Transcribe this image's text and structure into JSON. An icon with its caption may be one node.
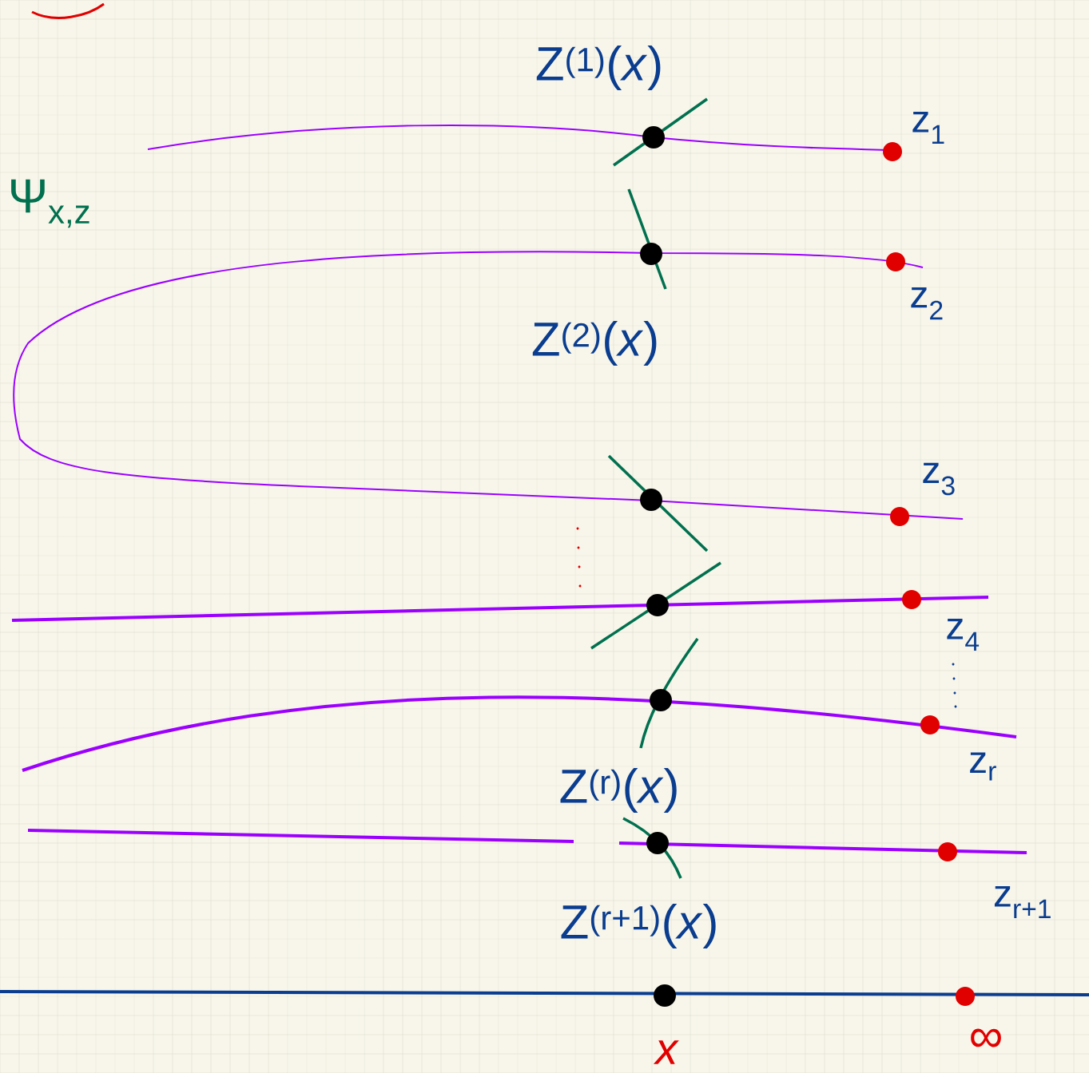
{
  "diagram": {
    "labels": [
      "Z$^{(1)}$(*x*)",
      "Z$^{(2)}$(*x*)",
      "Z$^{(r)}$(*x*)",
      "Z$^{(r+1)}$(*x*)",
      "z$_{1}$",
      "z$_{2}$",
      "z$_{3}$",
      "z$_{4}$",
      "z$_{r}$",
      "z$_{r+1}$",
      "Ψ$_{x,z}$",
      "*x*",
      "∞"
    ]
  }
}
